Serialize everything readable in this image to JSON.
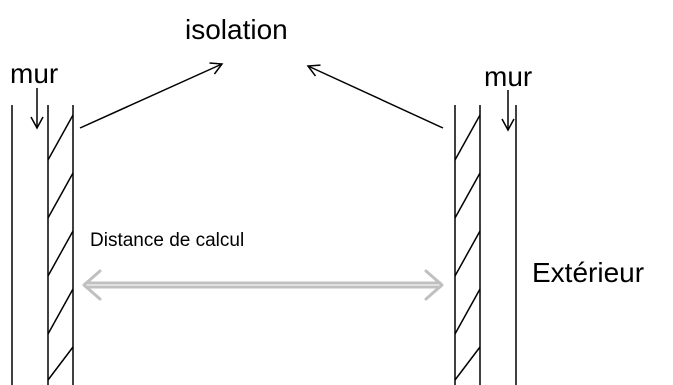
{
  "labels": {
    "insulation": "isolation",
    "wall_left": "mur",
    "wall_right": "mur",
    "distance": "Distance de calcul",
    "exterior": "Extérieur"
  },
  "colors": {
    "line": "#000000",
    "distance_arrow": "#c0c0c0",
    "background": "#ffffff"
  }
}
